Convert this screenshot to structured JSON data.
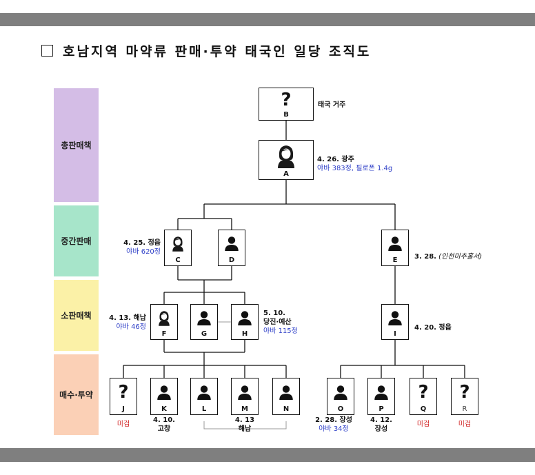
{
  "title": "호남지역 마약류 판매·투약 태국인 일당 조직도",
  "bands": [
    {
      "label": "총판매책",
      "color": "#d4bde6"
    },
    {
      "label": "중간판매",
      "color": "#a7e5ca"
    },
    {
      "label": "소판매책",
      "color": "#fbf1a7"
    },
    {
      "label": "매수·투약",
      "color": "#fbd0b6"
    }
  ],
  "nodes": {
    "B": {
      "label": "B",
      "icon": "question-mark",
      "glyph": "?"
    },
    "A": {
      "label": "A",
      "icon": "female-person-icon"
    },
    "C": {
      "label": "C",
      "icon": "female-person-icon"
    },
    "D": {
      "label": "D",
      "icon": "person-icon"
    },
    "E": {
      "label": "E",
      "icon": "person-icon"
    },
    "F": {
      "label": "F",
      "icon": "female-person-icon"
    },
    "G": {
      "label": "G",
      "icon": "person-icon"
    },
    "H": {
      "label": "H",
      "icon": "person-icon"
    },
    "I": {
      "label": "I",
      "icon": "person-icon"
    },
    "J": {
      "label": "J",
      "icon": "question-mark",
      "glyph": "?"
    },
    "K": {
      "label": "K",
      "icon": "person-icon"
    },
    "L": {
      "label": "L",
      "icon": "person-icon"
    },
    "M": {
      "label": "M",
      "icon": "person-icon"
    },
    "N": {
      "label": "N",
      "icon": "person-icon"
    },
    "O": {
      "label": "O",
      "icon": "person-icon"
    },
    "P": {
      "label": "P",
      "icon": "person-icon"
    },
    "Q": {
      "label": "Q",
      "icon": "question-mark",
      "glyph": "?"
    },
    "R": {
      "label": "R",
      "icon": "question-mark",
      "glyph": "?"
    }
  },
  "annotations": {
    "B": {
      "line1": "태국 거주"
    },
    "A": {
      "line1": "4. 26. 광주",
      "line2": "야바 383정, 필로폰 1.4g"
    },
    "C": {
      "line1": "4. 25. 정읍",
      "line2": "야바 620정"
    },
    "E": {
      "line1": "3. 28.",
      "line1_extra": "(인천미추홀서)"
    },
    "F": {
      "line1": "4. 13. 해남",
      "line2": "야바 46정"
    },
    "H": {
      "line1": "5. 10.",
      "line2": "당진·예산",
      "line3": "야바 115정"
    },
    "I": {
      "line1": "4. 20. 정읍"
    },
    "J": {
      "line1": "미검"
    },
    "K": {
      "line1": "4. 10.",
      "line2": "고창"
    },
    "LMN": {
      "line1": "4. 13",
      "line2": "해남"
    },
    "O": {
      "line1": "2. 28. 장성",
      "line2": "야바 34정"
    },
    "P": {
      "line1": "4. 12.",
      "line2": "장성"
    },
    "Q": {
      "line1": "미검"
    },
    "R": {
      "line1": "미검"
    }
  },
  "colors": {
    "annotation_blue": "#2e3fc7",
    "unarrested_red": "#d02020",
    "gray_bar": "#7f7f7f"
  }
}
